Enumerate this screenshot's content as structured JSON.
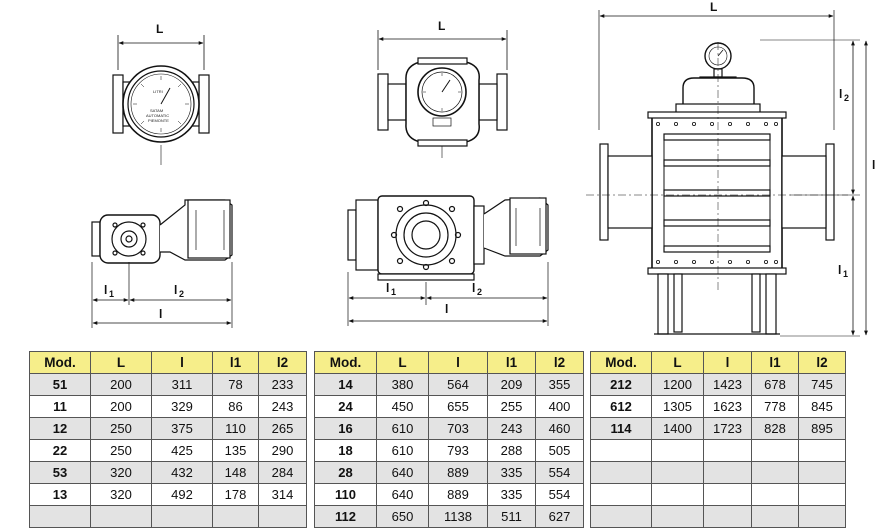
{
  "dimension_labels": {
    "L": "L",
    "l": "l",
    "l1_main": "l",
    "l1_sub": "1",
    "l2_main": "l",
    "l2_sub": "2"
  },
  "gauge_text": {
    "unit": "LITRI",
    "brand": "SATAM",
    "line": "AUTOMATIC",
    "maker": "PIEMONTE"
  },
  "tables": [
    {
      "headers": [
        "Mod.",
        "L",
        "l",
        "l1",
        "l2"
      ],
      "rows": [
        [
          "51",
          "200",
          "311",
          "78",
          "233"
        ],
        [
          "11",
          "200",
          "329",
          "86",
          "243"
        ],
        [
          "12",
          "250",
          "375",
          "110",
          "265"
        ],
        [
          "22",
          "250",
          "425",
          "135",
          "290"
        ],
        [
          "53",
          "320",
          "432",
          "148",
          "284"
        ],
        [
          "13",
          "320",
          "492",
          "178",
          "314"
        ],
        [
          "",
          "",
          "",
          "",
          ""
        ]
      ]
    },
    {
      "headers": [
        "Mod.",
        "L",
        "l",
        "l1",
        "l2"
      ],
      "rows": [
        [
          "14",
          "380",
          "564",
          "209",
          "355"
        ],
        [
          "24",
          "450",
          "655",
          "255",
          "400"
        ],
        [
          "16",
          "610",
          "703",
          "243",
          "460"
        ],
        [
          "18",
          "610",
          "793",
          "288",
          "505"
        ],
        [
          "28",
          "640",
          "889",
          "335",
          "554"
        ],
        [
          "110",
          "640",
          "889",
          "335",
          "554"
        ],
        [
          "112",
          "650",
          "1138",
          "511",
          "627"
        ]
      ]
    },
    {
      "headers": [
        "Mod.",
        "L",
        "l",
        "l1",
        "l2"
      ],
      "rows": [
        [
          "212",
          "1200",
          "1423",
          "678",
          "745"
        ],
        [
          "612",
          "1305",
          "1623",
          "778",
          "845"
        ],
        [
          "114",
          "1400",
          "1723",
          "828",
          "895"
        ],
        [
          "",
          "",
          "",
          "",
          ""
        ],
        [
          "",
          "",
          "",
          "",
          ""
        ],
        [
          "",
          "",
          "",
          "",
          ""
        ],
        [
          "",
          "",
          "",
          "",
          ""
        ]
      ]
    }
  ]
}
